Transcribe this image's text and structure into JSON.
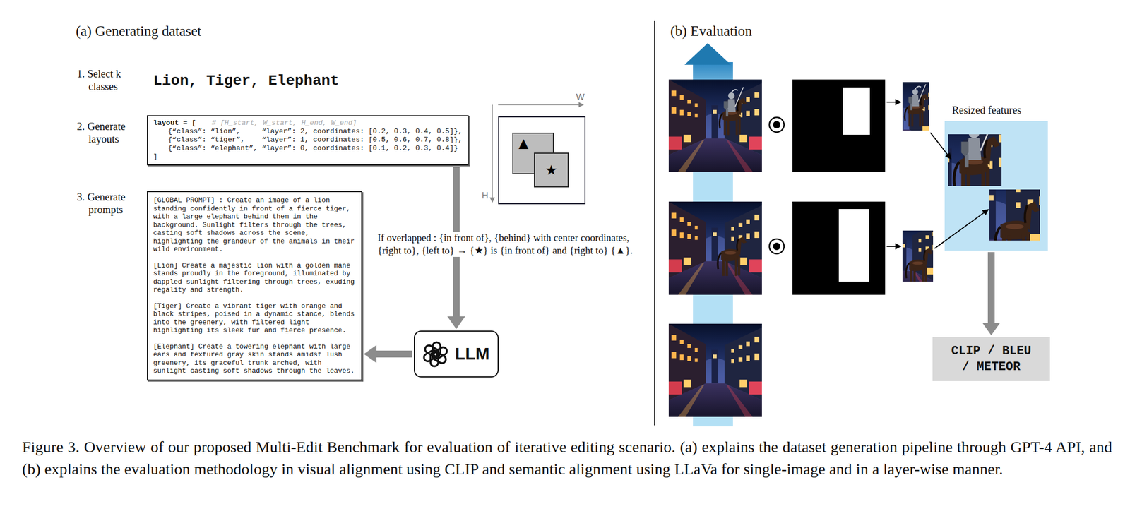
{
  "diagram": {
    "caption": "Figure 3. Overview of our proposed Multi-Edit Benchmark for evaluation of iterative editing scenario. (a) explains the dataset generation pipeline through GPT-4 API, and (b) explains the evaluation methodology in visual alignment using CLIP and semantic alignment using LLaVa for single-image and in a layer-wise manner.",
    "nodes": [
      {
        "text": [
          "layout = [",
          "# [H_start, W_start, H_end, W_end]",
          "{“class”: “lion”,     “layer”: 2, coordinates: [0.2, 0.3, 0.4, 0.5]},",
          "{“class”: “tiger”,    “layer”: 1, coordinates: [0.5, 0.6, 0.7, 0.8]},",
          "{“class”: “elephant”, “layer”: 0, coordinates: [0.1, 0.2, 0.3, 0.4]}",
          "]"
        ]
      },
      {
        "text": [
          "[GLOBAL PROMPT] : Create an image of a lion standing confidently in front of a fierce tiger, with a large elephant behind them in the background. Sunlight filters through the trees, casting soft shadows across the scene, highlighting the grandeur of the animals in their wild environment.",
          "[Lion] Create a majestic lion with a golden mane stands proudly in the foreground, illuminated by dappled sunlight filtering through trees, exuding regality and strength.",
          "[Tiger] Create a vibrant tiger with orange and black stripes, poised in a dynamic stance, blends into the greenery, with filtered light highlighting its sleek fur and fierce presence.",
          "[Elephant] Create a towering elephant with large ears and textured gray skin stands amidst lush greenery, its graceful trunk arched, with sunlight casting soft shadows through the leaves."
        ]
      },
      {
        "text": [
          "▲"
        ]
      },
      {
        "text": [
          "★"
        ]
      },
      {
        "text": [
          "LLM"
        ]
      },
      {
        "text": [
          "Resized features"
        ]
      },
      {
        "text": [
          "CLIP / BLEU / METEOR"
        ]
      }
    ],
    "edges": [
      {
        "from": 0,
        "to": 4,
        "arrow": "to",
        "label": "If overlapped : {in front of}, {behind} with center coordinates, {right to}, {left to} → {★} is {in front of} and {right to} {▲}."
      },
      {
        "from": 4,
        "to": 1,
        "arrow": "to"
      },
      {
        "from": 5,
        "to": 6,
        "arrow": "to"
      }
    ],
    "labels": [
      "(a) Generating dataset",
      "1. Select k classes",
      "Lion, Tiger, Elephant",
      "2. Generate layouts",
      "3. Generate prompts",
      "W",
      "H",
      "(b) Evaluation"
    ]
  }
}
